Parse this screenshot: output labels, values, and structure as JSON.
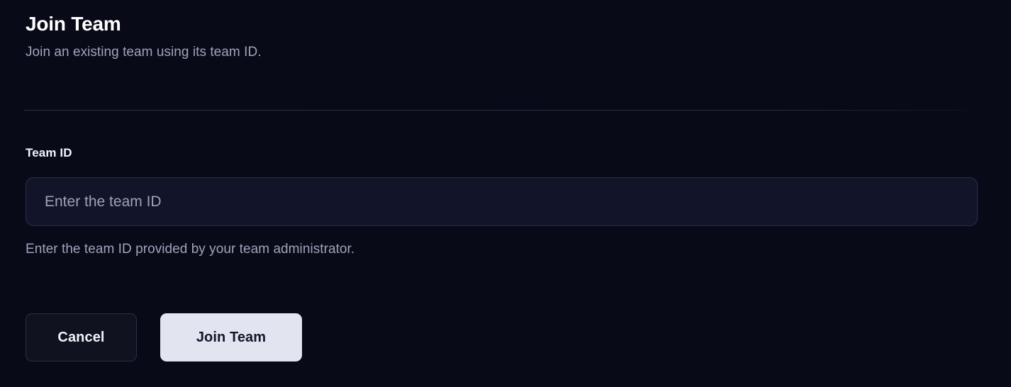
{
  "header": {
    "title": "Join Team",
    "subtitle": "Join an existing team using its team ID."
  },
  "form": {
    "team_id": {
      "label": "Team ID",
      "value": "",
      "placeholder": "Enter the team ID",
      "help_text": "Enter the team ID provided by your team administrator."
    }
  },
  "actions": {
    "cancel_label": "Cancel",
    "submit_label": "Join Team"
  },
  "colors": {
    "page_background": "#080a18",
    "input_background": "#12152a",
    "input_border": "#2b3049",
    "divider": "#2b3049",
    "title_text": "#ffffff",
    "muted_text": "#9ea4ba",
    "primary_button_background": "#e2e4f0",
    "primary_button_text": "#14172a",
    "secondary_button_background": "#10121f",
    "secondary_button_border": "#2a2f47"
  }
}
